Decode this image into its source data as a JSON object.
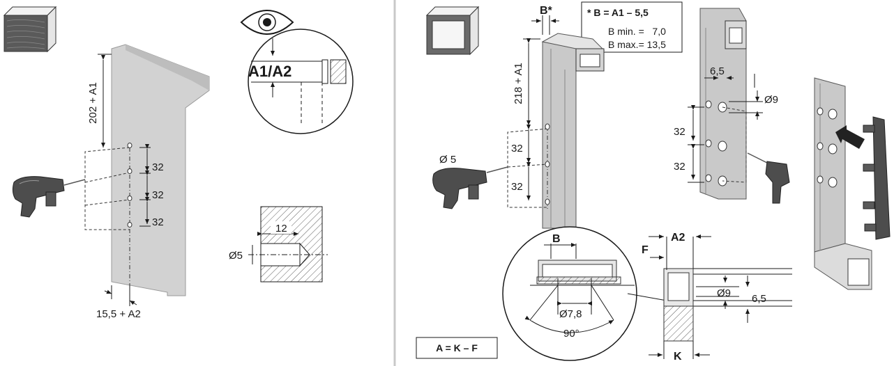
{
  "left_panel": {
    "dim_vertical": "202 + A1",
    "spacings": [
      "32",
      "32",
      "32"
    ],
    "dim_bottom": "15,5 + A2",
    "detail_label": "A1/A2",
    "hole_depth": "12",
    "hole_diameter": "Ø5"
  },
  "right_panel": {
    "b_label": "B*",
    "formula": {
      "title": "* B = A1 – 5,5",
      "min": "B min. =   7,0",
      "max": "B max.= 13,5"
    },
    "dim_vertical": "218 + A1",
    "drill_diameter": "Ø 5",
    "spacings": [
      "32",
      "32"
    ],
    "spacings_mid": [
      "32",
      "32"
    ],
    "offset": "6,5",
    "hole_d9": "Ø9",
    "detail": {
      "B": "B",
      "d78": "Ø7,8",
      "angle": "90°"
    },
    "section": {
      "A2": "A2",
      "F": "F",
      "d9": "Ø9",
      "offset": "6,5",
      "K": "K"
    },
    "equation": "A = K – F"
  },
  "colors": {
    "panel": "#d2d2d2",
    "line": "#1a1a1a",
    "divider": "#c8c8c8"
  }
}
